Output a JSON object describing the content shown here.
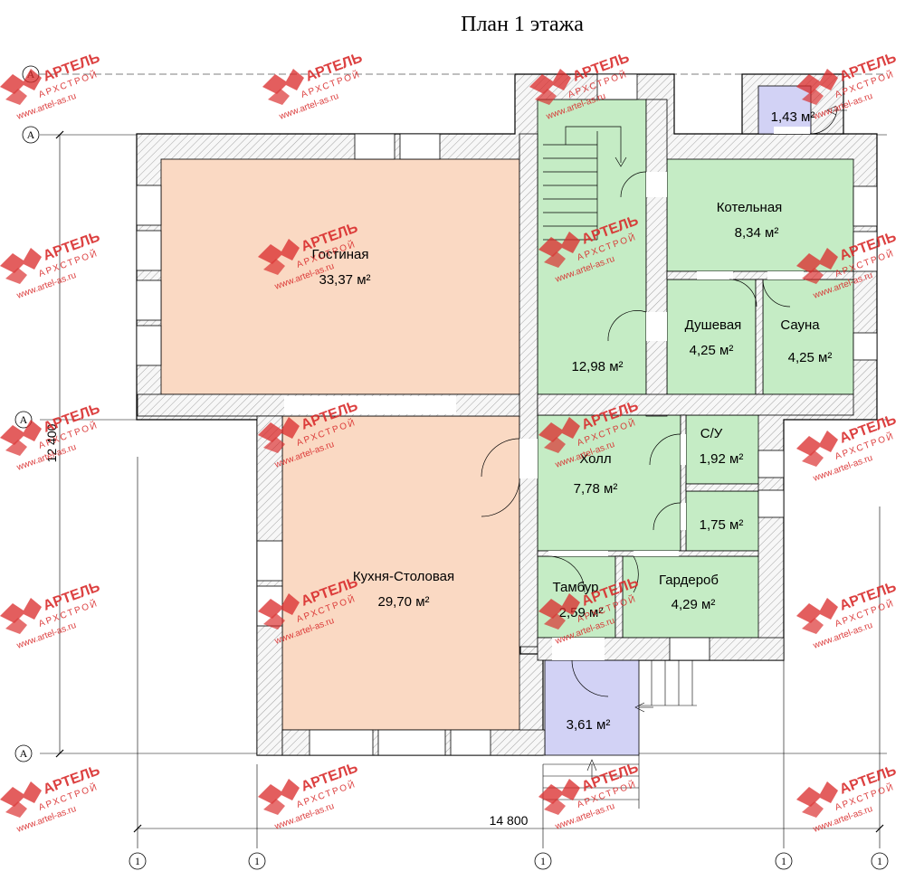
{
  "title": "План 1 этажа",
  "rooms": [
    {
      "name": "Гостиная",
      "area": "33,37 м²"
    },
    {
      "name": "Кухня-Столовая",
      "area": "29,70 м²"
    },
    {
      "name": "",
      "area": "12,98 м²"
    },
    {
      "name": "Котельная",
      "area": "8,34 м²"
    },
    {
      "name": "Душевая",
      "area": "4,25 м²"
    },
    {
      "name": "Сауна",
      "area": "4,25 м²"
    },
    {
      "name": "Холл",
      "area": "7,78 м²"
    },
    {
      "name": "С/У",
      "area": "1,92 м²"
    },
    {
      "name": "",
      "area": "1,75 м²"
    },
    {
      "name": "Тамбур",
      "area": "2,59 м²"
    },
    {
      "name": "Гардероб",
      "area": "4,29 м²"
    },
    {
      "name": "",
      "area": "3,61 м²"
    },
    {
      "name": "",
      "area": "1,43 м²"
    }
  ],
  "dimensions": {
    "width": "14 800",
    "depth": "12 400"
  },
  "axis_labels": {
    "horizontal": "А",
    "vertical": "1"
  },
  "watermark": {
    "brand": "АРТЕЛЬ",
    "sub": "АРХСТРОЙ",
    "url": "www.artel-as.ru"
  },
  "colors": {
    "living": "#fad9c3",
    "service": "#c5ecc5",
    "porch": "#d2d2f5",
    "wall_fill": "#f6f6f6",
    "line": "#000000",
    "watermark": "#d92b2b"
  }
}
